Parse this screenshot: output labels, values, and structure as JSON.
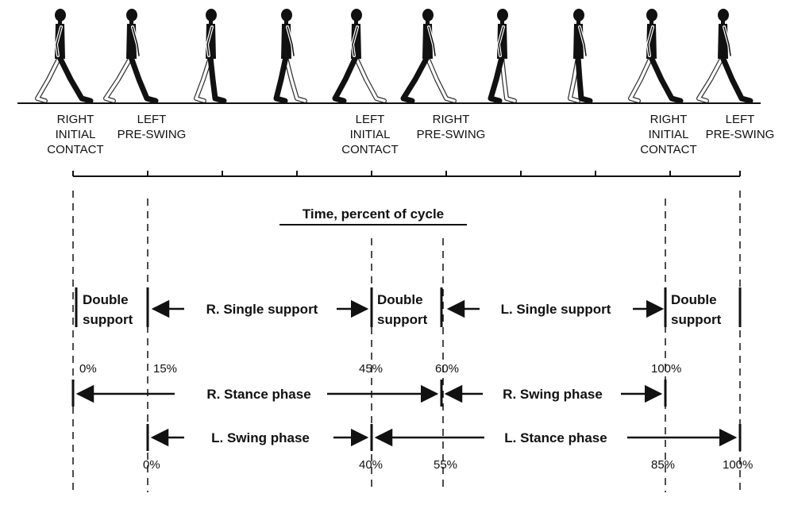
{
  "title": "Time, percent of cycle",
  "events": [
    {
      "id": "right-initial-contact-1",
      "lines": [
        "RIGHT",
        "INITIAL",
        "CONTACT"
      ]
    },
    {
      "id": "left-pre-swing-1",
      "lines": [
        "LEFT",
        "PRE-SWING"
      ]
    },
    {
      "id": "left-initial-contact",
      "lines": [
        "LEFT",
        "INITIAL",
        "CONTACT"
      ]
    },
    {
      "id": "right-pre-swing",
      "lines": [
        "RIGHT",
        "PRE-SWING"
      ]
    },
    {
      "id": "right-initial-contact-2",
      "lines": [
        "RIGHT",
        "INITIAL",
        "CONTACT"
      ]
    },
    {
      "id": "left-pre-swing-2",
      "lines": [
        "LEFT",
        "PRE-SWING"
      ]
    }
  ],
  "support_phases": [
    {
      "id": "double-support-1",
      "lines": [
        "Double",
        "support"
      ]
    },
    {
      "id": "r-single-support",
      "text": "R. Single support"
    },
    {
      "id": "double-support-2",
      "lines": [
        "Double",
        "support"
      ]
    },
    {
      "id": "l-single-support",
      "text": "L. Single support"
    },
    {
      "id": "double-support-3",
      "lines": [
        "Double",
        "support"
      ]
    }
  ],
  "right_percentages": [
    "0%",
    "15%",
    "45%",
    "60%",
    "100%"
  ],
  "right_phases": [
    {
      "id": "r-stance-phase",
      "text": "R. Stance phase"
    },
    {
      "id": "r-swing-phase",
      "text": "R. Swing phase"
    }
  ],
  "left_phases": [
    {
      "id": "l-swing-phase",
      "text": "L. Swing phase"
    },
    {
      "id": "l-stance-phase",
      "text": "L. Stance phase"
    }
  ],
  "left_percentages": [
    "0%",
    "40%",
    "55%",
    "85%",
    "100%"
  ],
  "figures": [
    {
      "id": "figure-1",
      "lead": "R",
      "phase": "initial-contact"
    },
    {
      "id": "figure-2",
      "lead": "R",
      "phase": "loading"
    },
    {
      "id": "figure-3",
      "lead": "R",
      "phase": "mid-stance"
    },
    {
      "id": "figure-4",
      "lead": "R",
      "phase": "mid-stance-late"
    },
    {
      "id": "figure-5",
      "lead": "R",
      "phase": "terminal-stance"
    },
    {
      "id": "figure-6",
      "lead": "L",
      "phase": "pre-swing"
    },
    {
      "id": "figure-7",
      "lead": "L",
      "phase": "initial-swing"
    },
    {
      "id": "figure-8",
      "lead": "L",
      "phase": "mid-swing"
    },
    {
      "id": "figure-9",
      "lead": "L",
      "phase": "terminal-swing"
    },
    {
      "id": "figure-10",
      "lead": "R",
      "phase": "initial-contact"
    }
  ]
}
